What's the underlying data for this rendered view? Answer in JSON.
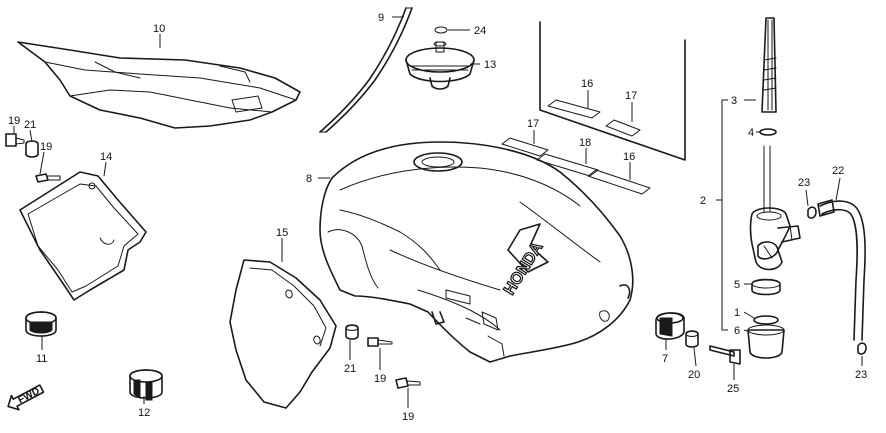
{
  "callouts": {
    "c1": "1",
    "c2": "2",
    "c3": "3",
    "c4": "4",
    "c5": "5",
    "c6": "6",
    "c7": "7",
    "c8": "8",
    "c9": "9",
    "c10": "10",
    "c11": "11",
    "c12": "12",
    "c13": "13",
    "c14": "14",
    "c15": "15",
    "c16a": "16",
    "c16b": "16",
    "c17a": "17",
    "c17b": "17",
    "c18": "18",
    "c19a": "19",
    "c19b": "19",
    "c19c": "19",
    "c19d": "19",
    "c20": "20",
    "c21a": "21",
    "c21b": "21",
    "c22": "22",
    "c23a": "23",
    "c23b": "23",
    "c24": "24",
    "c25": "25"
  },
  "direction_label": "FWD",
  "tank_logo": "HONDA"
}
